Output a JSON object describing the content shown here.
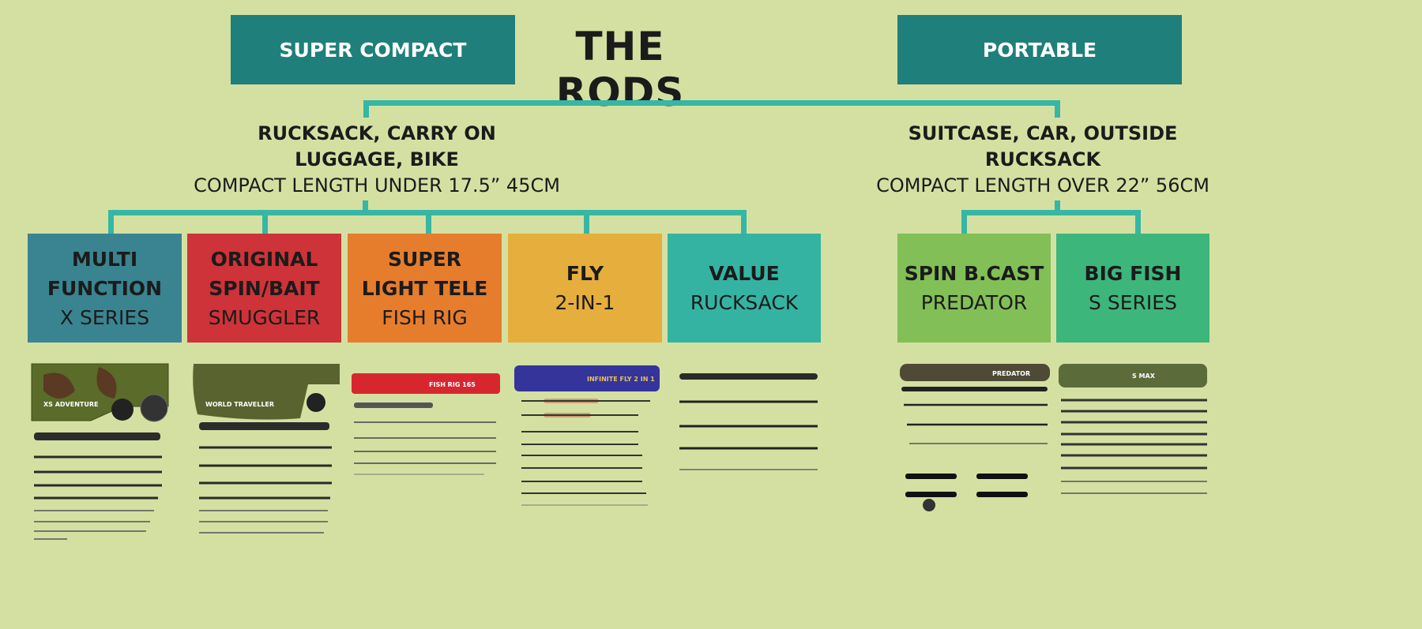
{
  "title": "THE RODS",
  "categories": [
    {
      "label": "SUPER COMPACT",
      "uses": "RUCKSACK, CARRY ON LUGGAGE, BIKE",
      "uses_line1": "RUCKSACK, CARRY ON",
      "uses_line2": "LUGGAGE, BIKE",
      "length": "COMPACT LENGTH UNDER 17.5” 45CM"
    },
    {
      "label": "PORTABLE",
      "uses_line1": "SUITCASE, CAR, OUTSIDE",
      "uses_line2": "RUCKSACK",
      "length": "COMPACT LENGTH OVER 22” 56CM"
    }
  ],
  "products": [
    {
      "l1": "MULTI",
      "l2": "FUNCTION",
      "l3": "X SERIES",
      "color": "#3a8491",
      "case": "XS ADVENTURE"
    },
    {
      "l1": "ORIGINAL",
      "l2": "SPIN/BAIT",
      "l3": "SMUGGLER",
      "color": "#cd3338",
      "case": "WORLD TRAVELLER"
    },
    {
      "l1": "SUPER",
      "l2": "LIGHT TELE",
      "l3": "FISH RIG",
      "color": "#e57d2d",
      "case": "FISH RIG 165"
    },
    {
      "l1": "FLY",
      "l2": "2-IN-1",
      "color": "#e6ae3c",
      "case": "INFINITE FLY 2 IN 1"
    },
    {
      "l1": "VALUE",
      "l2": "RUCKSACK",
      "color": "#34b3a3"
    },
    {
      "l1": "SPIN B.CAST",
      "l2": "PREDATOR",
      "color": "#82bf56",
      "case": "PREDATOR"
    },
    {
      "l1": "BIG FISH",
      "l2": "S SERIES",
      "color": "#3db67b",
      "case": "S MAX"
    }
  ]
}
